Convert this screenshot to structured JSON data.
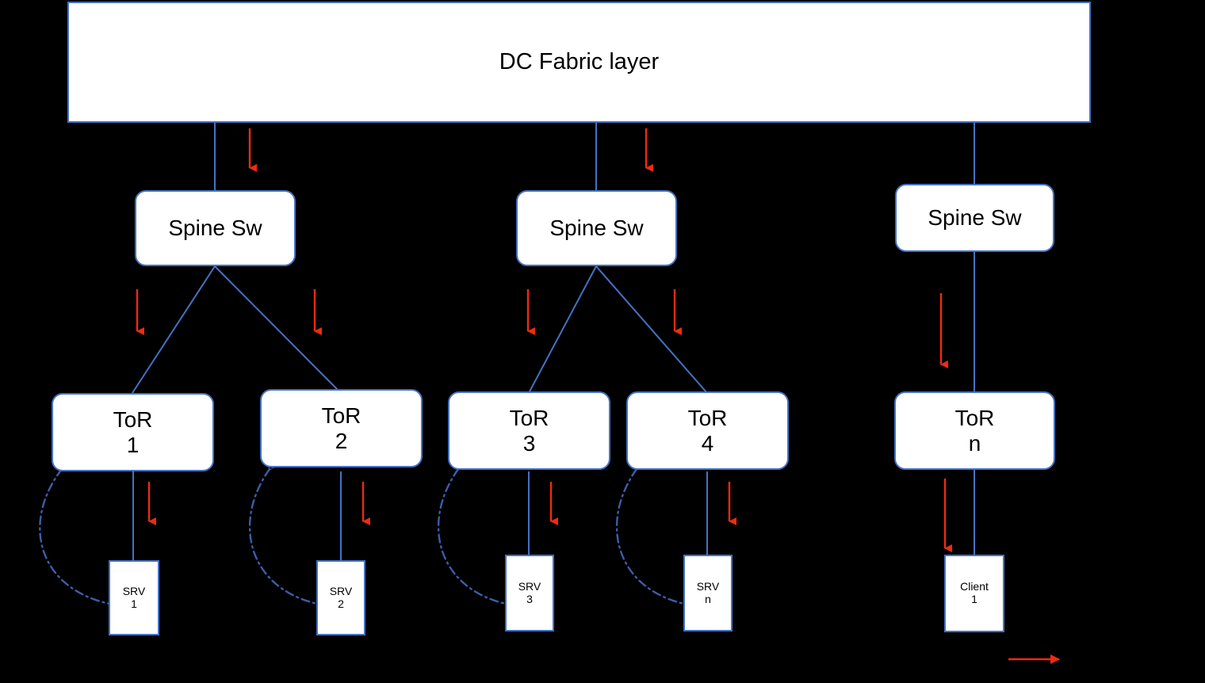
{
  "diagram": {
    "title": "DC Fabric layer",
    "background_color": "#000000",
    "node_fill": "#ffffff",
    "node_border_color": "#4472C4",
    "link_color": "#4472C4",
    "flow_arrow_color": "#EE2B10",
    "dashed_link_color": "#3B5EA8"
  },
  "fabric": {
    "label": "DC Fabric layer"
  },
  "spines": [
    {
      "label": "Spine Sw"
    },
    {
      "label": "Spine Sw"
    },
    {
      "label": "Spine Sw"
    }
  ],
  "tors": [
    {
      "label": "ToR",
      "index": "1"
    },
    {
      "label": "ToR",
      "index": "2"
    },
    {
      "label": "ToR",
      "index": "3"
    },
    {
      "label": "ToR",
      "index": "4"
    },
    {
      "label": "ToR",
      "index": "n"
    }
  ],
  "endpoints": [
    {
      "label": "SRV",
      "index": "1"
    },
    {
      "label": "SRV",
      "index": "2"
    },
    {
      "label": "SRV",
      "index": "3"
    },
    {
      "label": "SRV",
      "index": "n"
    },
    {
      "label": "Client",
      "index": "1"
    }
  ],
  "legend": {
    "arrow_name": "traffic-direction-arrow"
  }
}
